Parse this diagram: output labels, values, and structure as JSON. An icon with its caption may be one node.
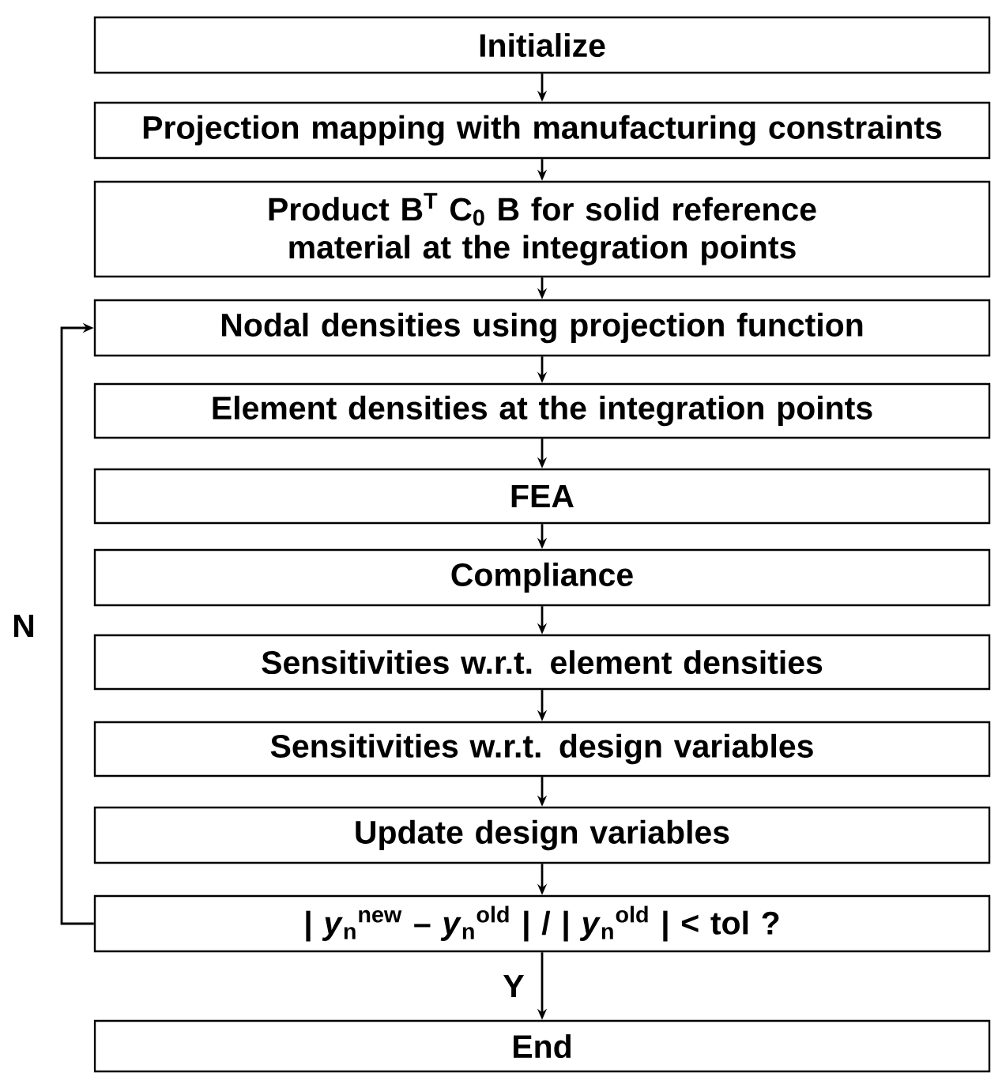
{
  "diagram": {
    "nodes": [
      {
        "text": [
          "Initialize"
        ]
      },
      {
        "text": [
          "Projection mapping with manufacturing constraints"
        ]
      },
      {
        "text": [
          "Product B$^{T}$ C$_{0}$ B for solid reference material at the integration points"
        ]
      },
      {
        "text": [
          "Nodal densities using projection function"
        ]
      },
      {
        "text": [
          "Element densities at the integration points"
        ]
      },
      {
        "text": [
          "FEA"
        ]
      },
      {
        "text": [
          "Compliance"
        ]
      },
      {
        "text": [
          "Sensitivities w.r.t. element densities"
        ]
      },
      {
        "text": [
          "Sensitivities w.r.t. design variables"
        ]
      },
      {
        "text": [
          "Update design variables"
        ]
      },
      {
        "text": [
          "| *y*$_{n}$$^{new}$ – *y*$_{n}$$^{old}$ | / | *y*$_{n}$$^{old}$ | < tol ?"
        ]
      },
      {
        "text": [
          "End"
        ]
      }
    ],
    "edges": [
      {
        "from": 0,
        "to": 1,
        "arrow": "to"
      },
      {
        "from": 1,
        "to": 2,
        "arrow": "to"
      },
      {
        "from": 2,
        "to": 3,
        "arrow": "to"
      },
      {
        "from": 3,
        "to": 4,
        "arrow": "to"
      },
      {
        "from": 4,
        "to": 5,
        "arrow": "to"
      },
      {
        "from": 5,
        "to": 6,
        "arrow": "to"
      },
      {
        "from": 6,
        "to": 7,
        "arrow": "to"
      },
      {
        "from": 7,
        "to": 8,
        "arrow": "to"
      },
      {
        "from": 8,
        "to": 9,
        "arrow": "to"
      },
      {
        "from": 9,
        "to": 10,
        "arrow": "to"
      },
      {
        "from": 10,
        "to": 11,
        "arrow": "to",
        "label": "Y"
      },
      {
        "from": 10,
        "to": 3,
        "arrow": "to",
        "label": "N"
      }
    ]
  }
}
